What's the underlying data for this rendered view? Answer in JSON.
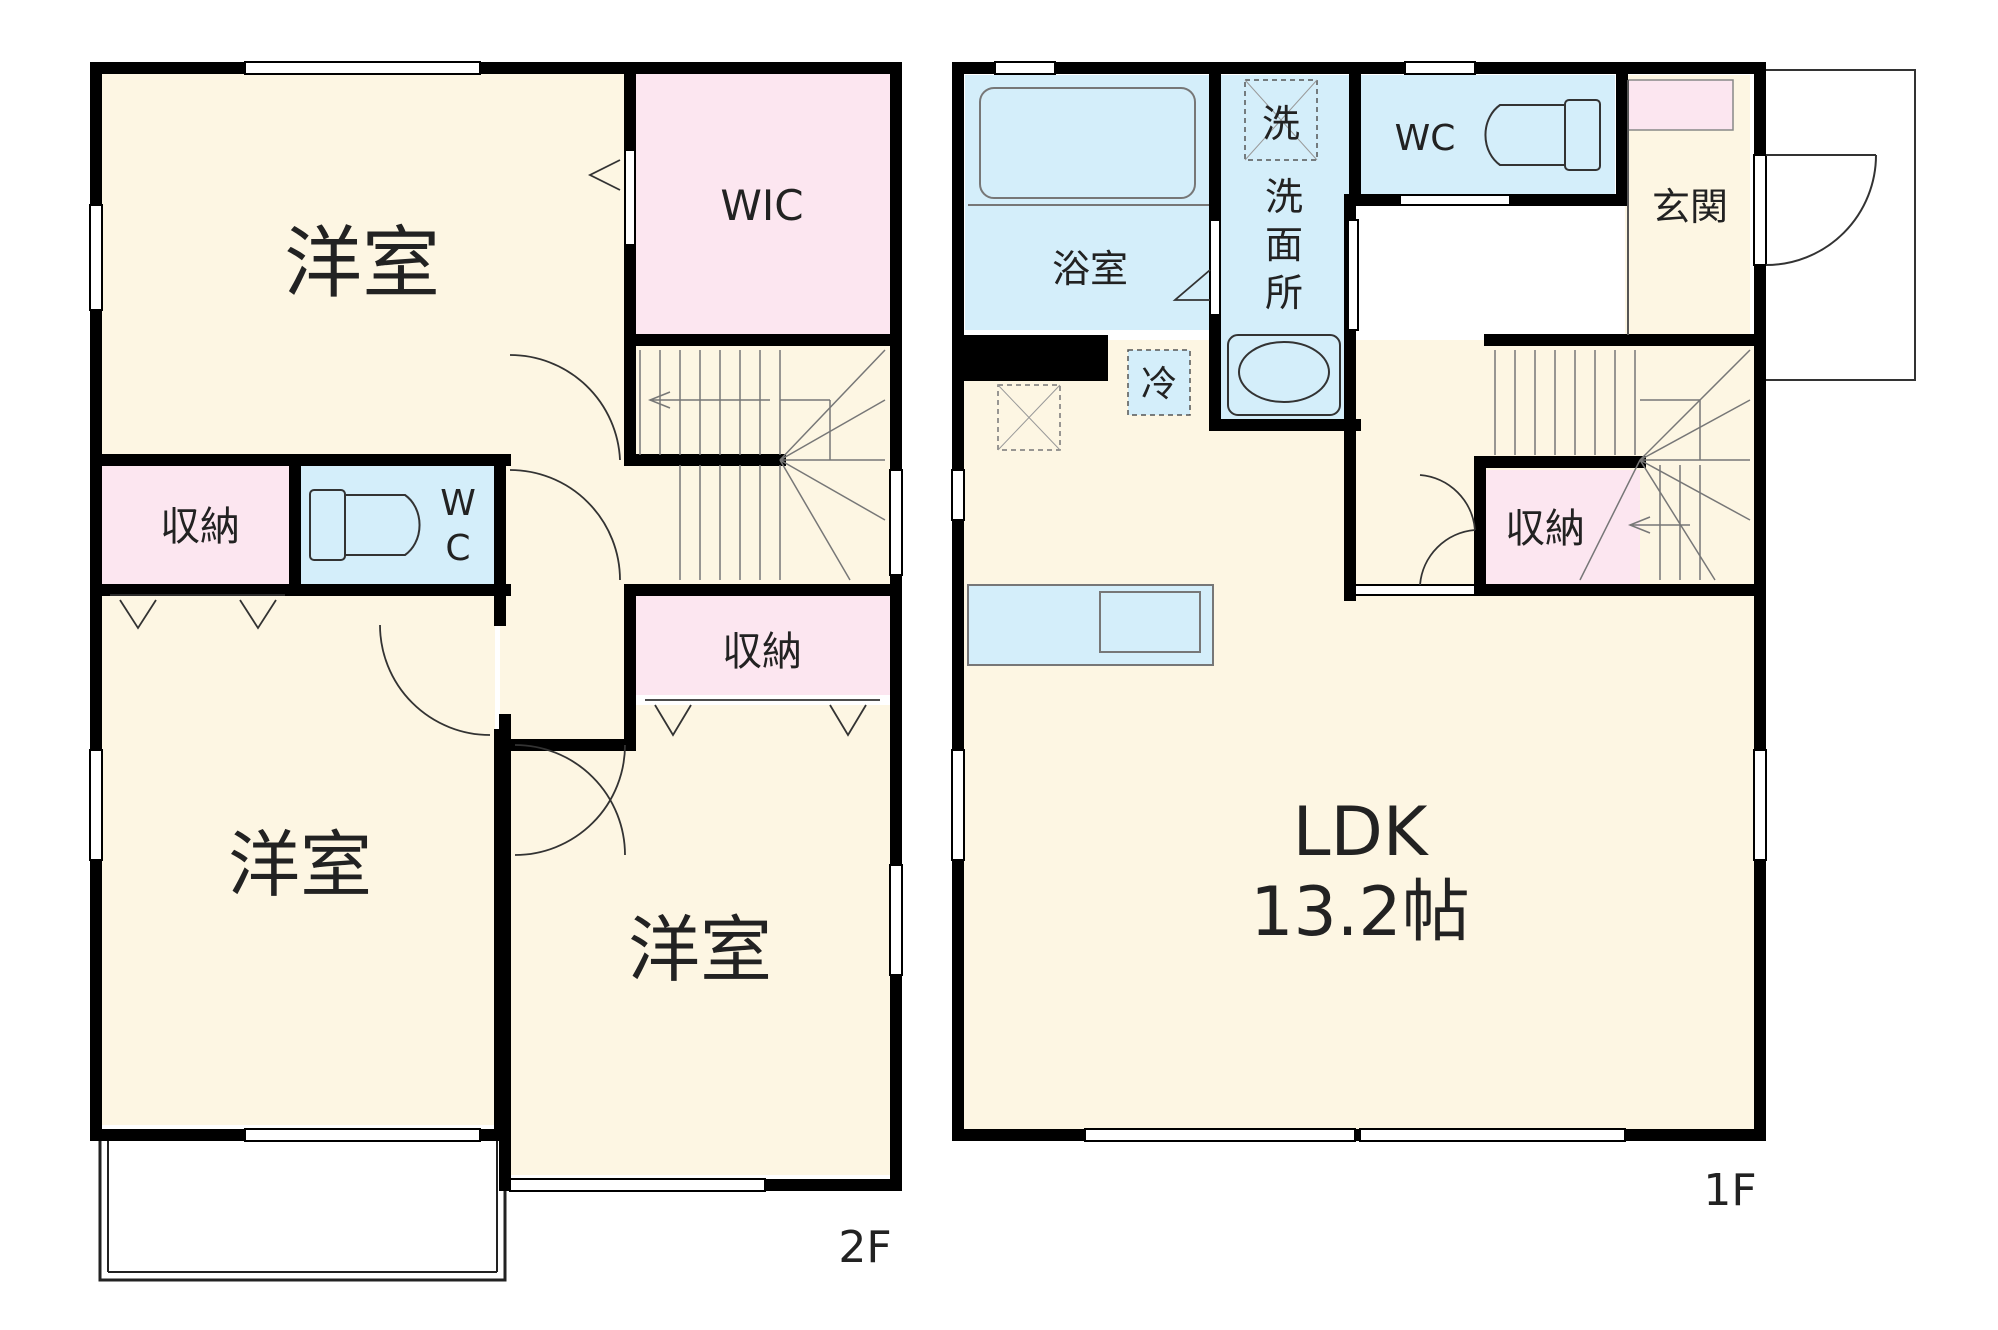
{
  "floor2": {
    "floor_label": "2F",
    "rooms": {
      "western_room_top": "洋室",
      "wic": "WIC",
      "storage_left": "収納",
      "wc_w": "W",
      "wc_c": "C",
      "storage_mid": "収納",
      "western_room_left": "洋室",
      "western_room_right": "洋室"
    }
  },
  "floor1": {
    "floor_label": "1F",
    "rooms": {
      "bathroom": "浴室",
      "washer": "洗",
      "washroom_1": "洗",
      "washroom_2": "面",
      "washroom_3": "所",
      "wc": "WC",
      "entrance": "玄関",
      "fridge": "冷",
      "storage": "収納",
      "ldk": "LDK",
      "ldk_size": "13.2帖"
    }
  },
  "colors": {
    "room_cream": "#fdf6e3",
    "wet_area_blue": "#d4eefa",
    "storage_pink": "#fce6f0",
    "wall": "#000000"
  }
}
